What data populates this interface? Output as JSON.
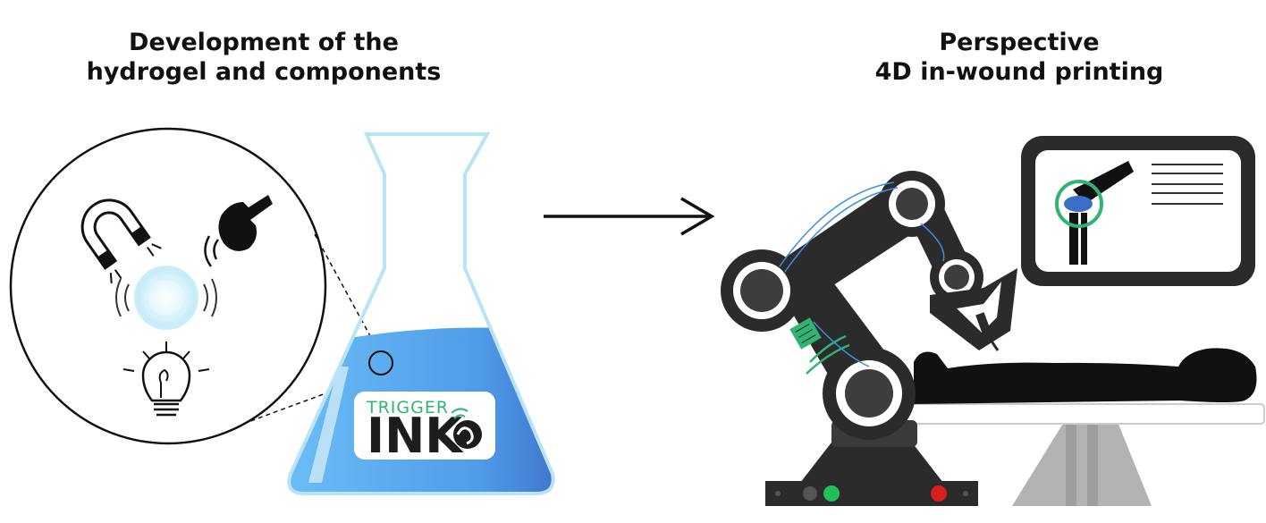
{
  "left_heading": {
    "line1": "Development of the",
    "line2": "hydrogel and components"
  },
  "right_heading": {
    "line1": "Perspective",
    "line2": "4D in-wound printing"
  },
  "logo": {
    "top_text": "TRIGGER",
    "main_text": "INK"
  },
  "colors": {
    "ink_blue": "#5aa9ef",
    "flask_outline": "#b9e4f5",
    "logo_green": "#2fb573",
    "robot_dark": "#2b2b2b",
    "monitor_green": "#2fb573",
    "button_green": "#1fbf5a",
    "button_red": "#d81e1e",
    "bed_gray": "#b3b3b3"
  },
  "icons": [
    "magnet-icon",
    "ultrasound-probe-icon",
    "light-bulb-icon",
    "hydrogel-droplet-icon",
    "knee-joint-icon"
  ]
}
